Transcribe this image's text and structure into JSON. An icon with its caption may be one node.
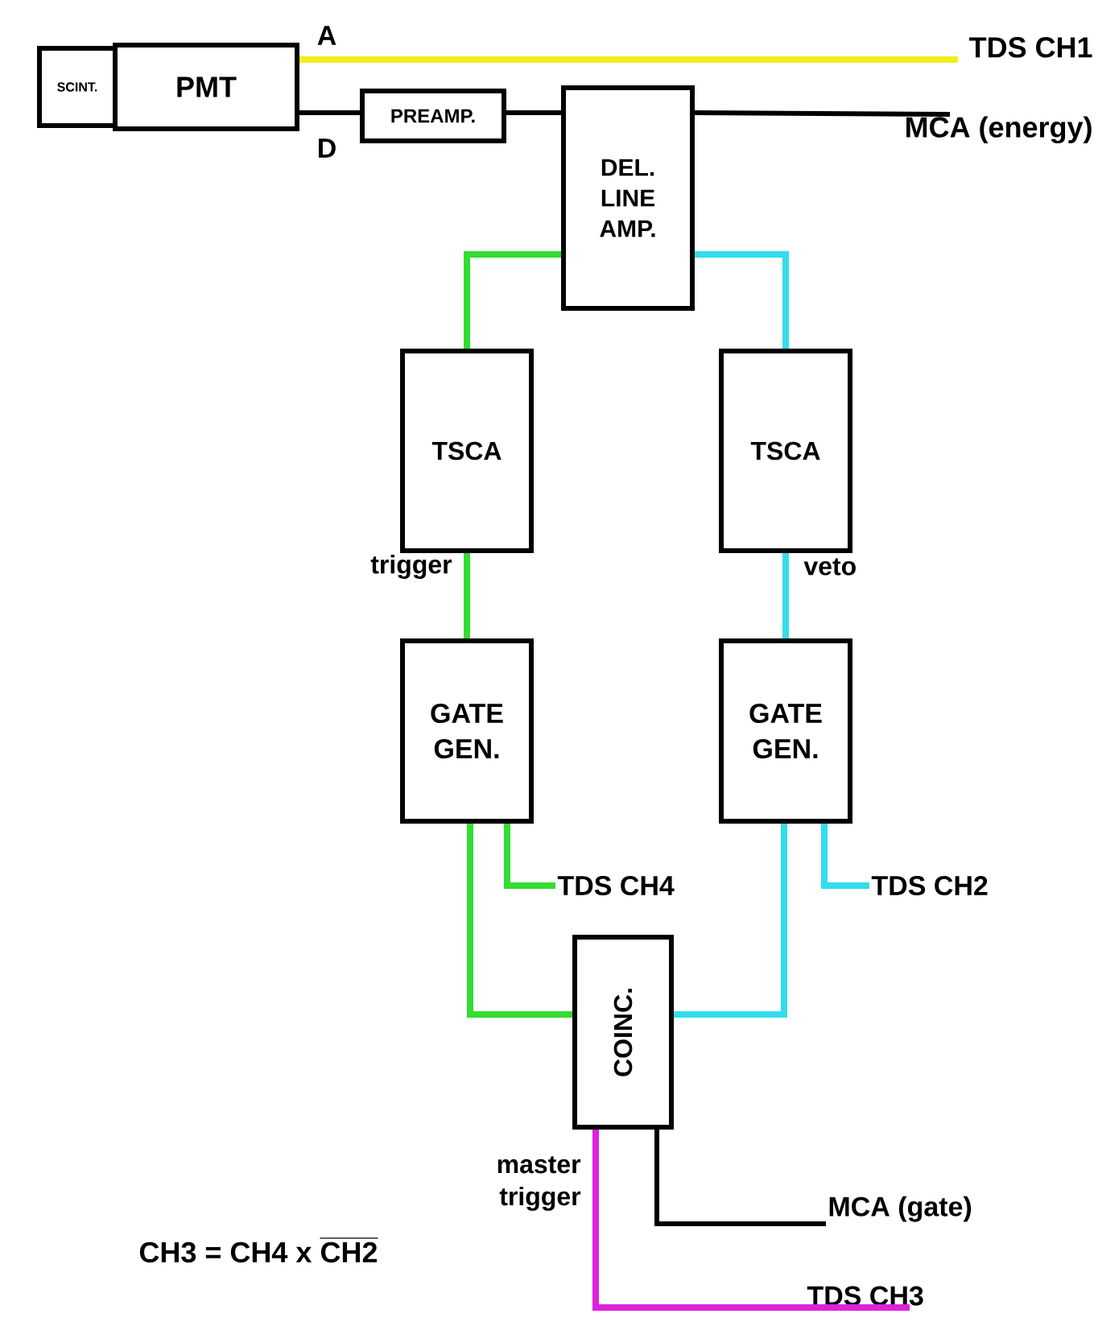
{
  "diagram": {
    "nodes": [
      {
        "text": [
          "SCINT."
        ]
      },
      {
        "text": [
          "PMT"
        ]
      },
      {
        "text": [
          "PREAMP."
        ]
      },
      {
        "text": [
          "DEL. LINE AMP."
        ]
      },
      {
        "text": [
          "TSCA"
        ]
      },
      {
        "text": [
          "TSCA"
        ]
      },
      {
        "text": [
          "GATE GEN."
        ]
      },
      {
        "text": [
          "GATE GEN."
        ]
      },
      {
        "text": [
          "COINC."
        ]
      },
      {
        "text": [
          "TDS CH1"
        ]
      },
      {
        "text": [
          "MCA (energy)"
        ]
      },
      {
        "text": [
          "TDS CH4"
        ]
      },
      {
        "text": [
          "TDS CH2"
        ]
      },
      {
        "text": [
          "MCA (gate)"
        ]
      },
      {
        "text": [
          "TDS CH3"
        ]
      }
    ],
    "edges": [
      {
        "from": 1,
        "to": 9,
        "arrow": "none",
        "label": "A",
        "color": "#f2ee1c"
      },
      {
        "from": 1,
        "to": 2,
        "arrow": "none",
        "label": "D"
      },
      {
        "from": 2,
        "to": 3,
        "arrow": "none"
      },
      {
        "from": 3,
        "to": 10,
        "arrow": "none"
      },
      {
        "from": 3,
        "to": 4,
        "arrow": "none",
        "color": "#33dd33"
      },
      {
        "from": 3,
        "to": 5,
        "arrow": "none",
        "color": "#33ddee"
      },
      {
        "from": 4,
        "to": 6,
        "arrow": "none",
        "label": "trigger",
        "color": "#33dd33"
      },
      {
        "from": 5,
        "to": 7,
        "arrow": "none",
        "label": "veto",
        "color": "#33ddee"
      },
      {
        "from": 6,
        "to": 11,
        "arrow": "none",
        "color": "#33dd33"
      },
      {
        "from": 7,
        "to": 12,
        "arrow": "none",
        "color": "#33ddee"
      },
      {
        "from": 6,
        "to": 8,
        "arrow": "none",
        "color": "#33dd33"
      },
      {
        "from": 7,
        "to": 8,
        "arrow": "none",
        "color": "#33ddee"
      },
      {
        "from": 8,
        "to": 13,
        "arrow": "none"
      },
      {
        "from": 8,
        "to": 14,
        "arrow": "none",
        "label": "master trigger",
        "color": "#dd22dd"
      }
    ],
    "labels": [
      "\\text{CH3 = CH4 x }\\overline{\\text{CH2}}"
    ]
  }
}
